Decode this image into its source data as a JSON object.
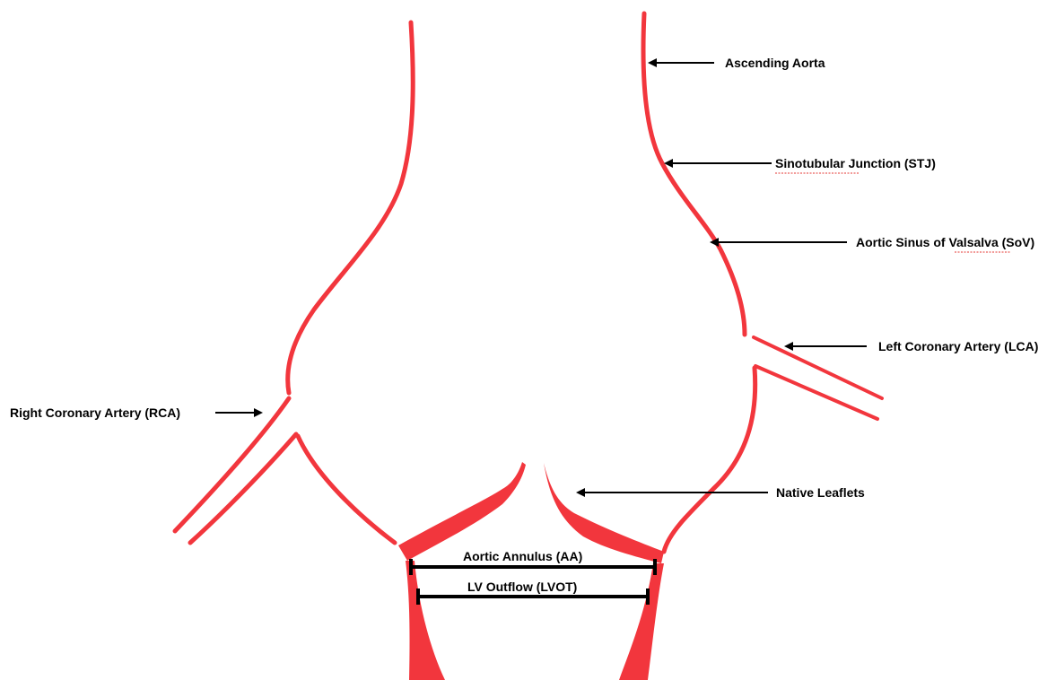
{
  "labels": {
    "ascending_aorta": "Ascending Aorta",
    "stj": "Sinotubular Junction (STJ)",
    "sov": "Aortic Sinus of Valsalva (SoV)",
    "lca": "Left Coronary Artery (LCA)",
    "rca": "Right Coronary Artery (RCA)",
    "native_leaflets": "Native Leaflets",
    "aortic_annulus": "Aortic Annulus (AA)",
    "lvot": "LV Outflow (LVOT)"
  },
  "colors": {
    "vessel": "#f2363d",
    "annotation": "#000000",
    "spellcheck_underline": "#e53935"
  }
}
